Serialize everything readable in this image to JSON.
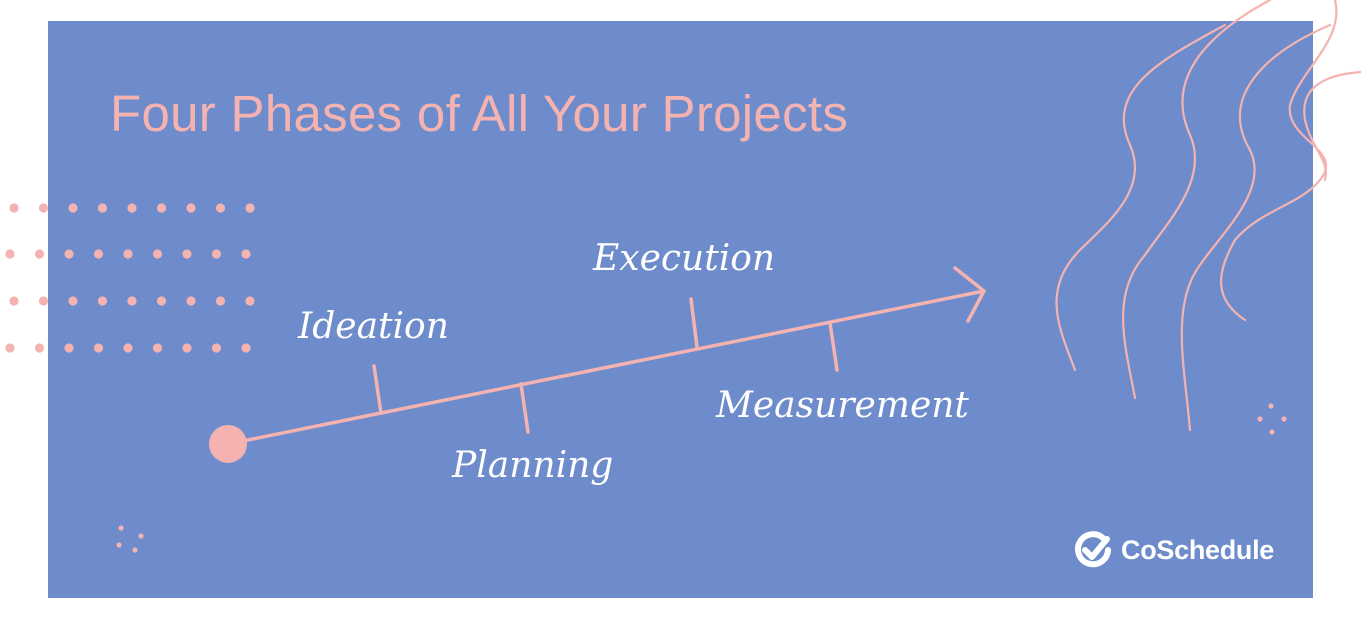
{
  "title": "Four Phases of All Your Projects",
  "phases": [
    {
      "label": "Ideation",
      "side": "above"
    },
    {
      "label": "Planning",
      "side": "below"
    },
    {
      "label": "Execution",
      "side": "above"
    },
    {
      "label": "Measurement",
      "side": "below"
    }
  ],
  "brand": {
    "name": "CoSchedule",
    "icon": "checkmark-logo-icon"
  },
  "colors": {
    "background": "#6e8ccb",
    "accent": "#f4b3b0",
    "text": "#ffffff",
    "page": "#ffffff"
  }
}
